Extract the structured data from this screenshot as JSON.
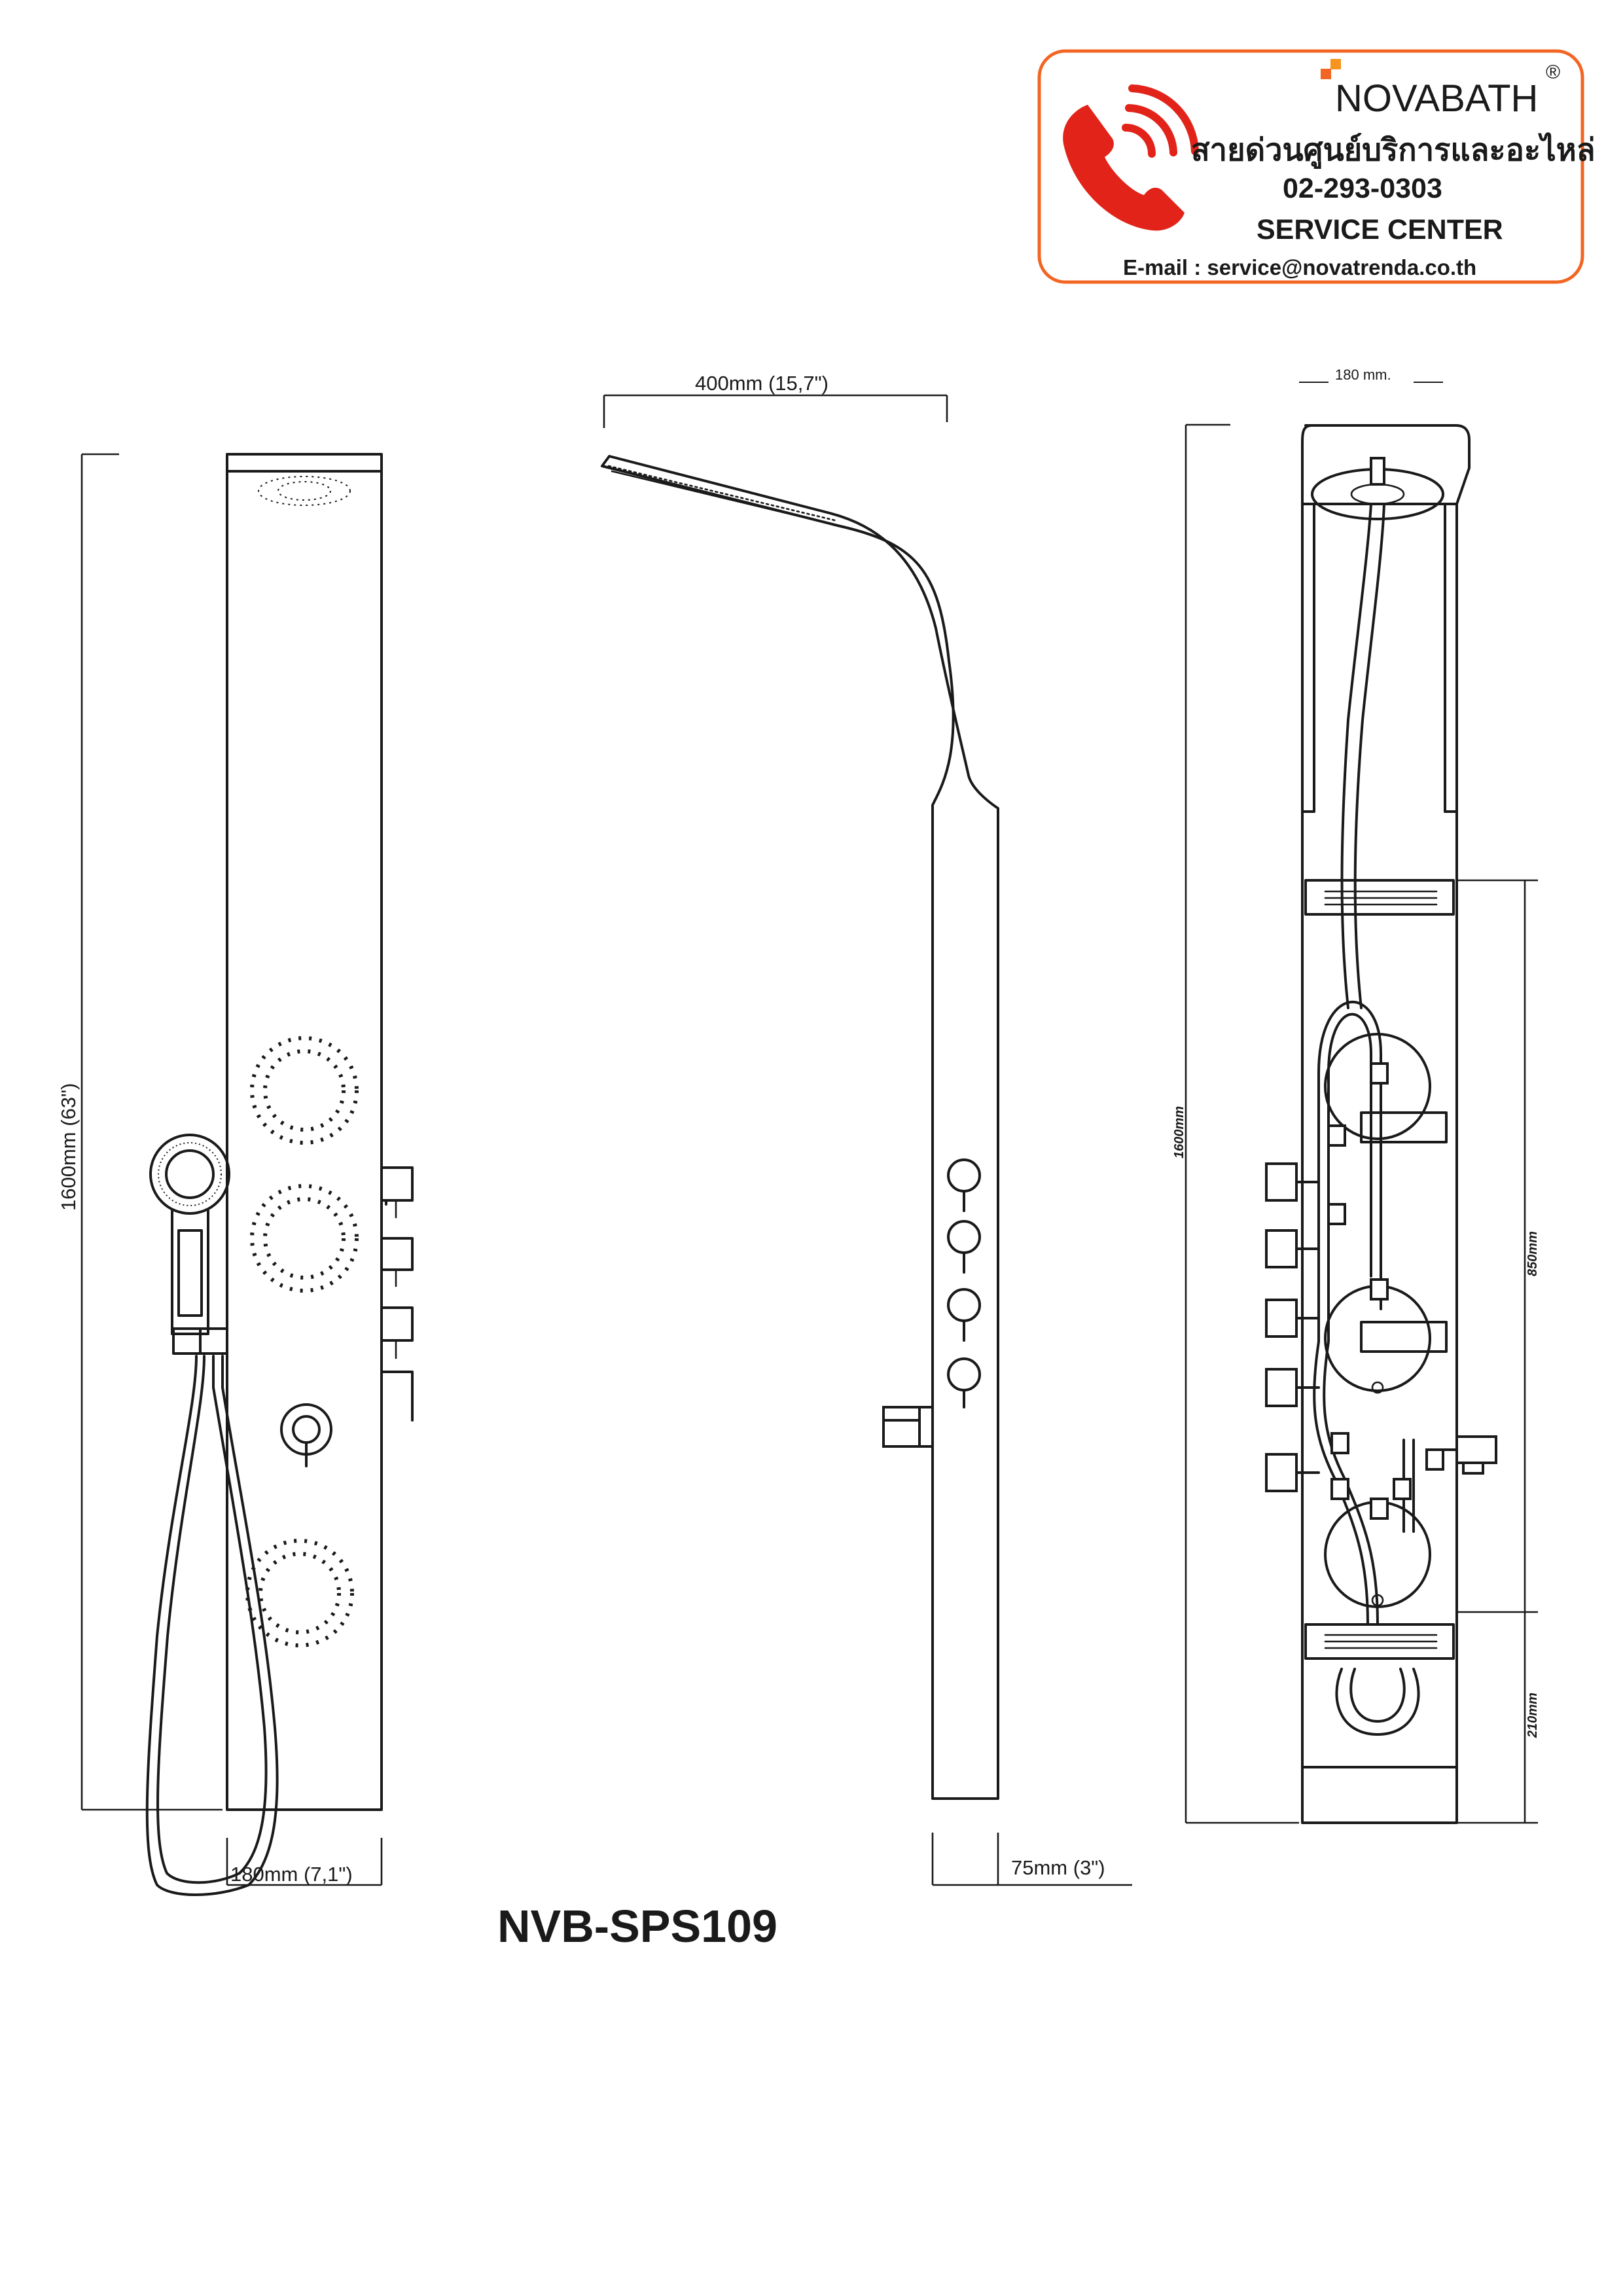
{
  "brand": {
    "name": "NOVABATH",
    "registered_mark": "®",
    "hotline_thai": "สายด่วนศูนย์บริการและอะไหล่",
    "phone": "02-293-0303",
    "service_label": "SERVICE CENTER",
    "email_line": "E-mail  :  service@novatrenda.co.th",
    "accent_color": "#f26522",
    "phone_icon_color": "#e2231a"
  },
  "model": "NVB-SPS109",
  "front_view": {
    "height_label": "1600mm (63\")",
    "width_label": "180mm (7,1\")"
  },
  "side_view": {
    "reach_label": "400mm (15,7\")",
    "depth_label": "75mm (3\")"
  },
  "rear_view": {
    "width_label": "180 mm.",
    "height_label": "1600mm",
    "mid_label": "850mm",
    "low_label": "210mm"
  }
}
